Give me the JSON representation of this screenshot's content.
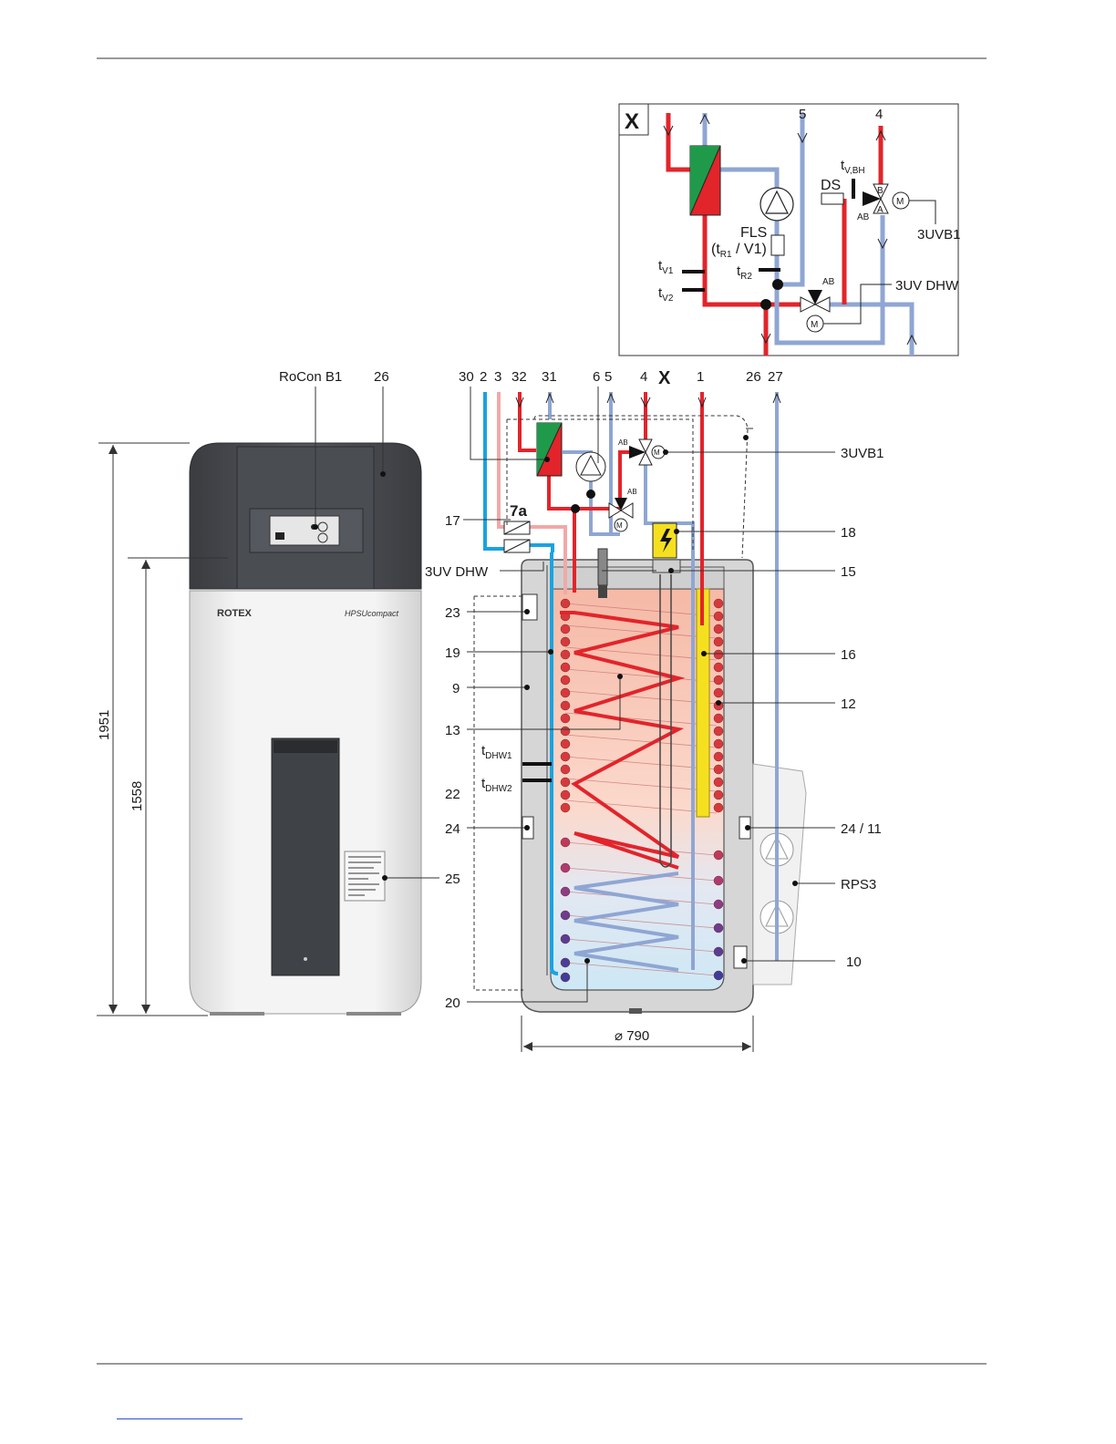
{
  "detail": {
    "box_label": "X",
    "num_5": "5",
    "num_4": "4",
    "tvbh": "t",
    "tvbh_sub": "V,BH",
    "ds": "DS",
    "valve_b": "B",
    "valve_a": "A",
    "valve_ab": "AB",
    "motor": "M",
    "label_3uvb1": "3UVB1",
    "fls": "FLS",
    "fls_open": "(t",
    "fls_sub": "R1",
    "fls_close": " / V1)",
    "tr2": "t",
    "tr2_sub": "R2",
    "tv1": "t",
    "tv1_sub": "V1",
    "tv2": "t",
    "tv2_sub": "V2",
    "ab_lower": "AB",
    "label_3uvdhw": "3UV DHW"
  },
  "top_labels": {
    "rocon": "RoCon B1",
    "n26a": "26",
    "n30": "30",
    "n2": "2",
    "n3": "3",
    "n32": "32",
    "n31": "31",
    "n6": "6",
    "n5": "5",
    "n4": "4",
    "x": "X",
    "n1": "1",
    "n26b": "26",
    "n27": "27"
  },
  "callouts": {
    "c3uvb1": "3UVB1",
    "c7a": "7a",
    "c17": "17",
    "c18": "18",
    "c3uvdhw": "3UV DHW",
    "c15": "15",
    "c23": "23",
    "c19": "19",
    "c16": "16",
    "c9": "9",
    "c12": "12",
    "c13": "13",
    "tdhw1": "t",
    "tdhw1_sub": "DHW1",
    "tdhw2": "t",
    "tdhw2_sub": "DHW2",
    "c22": "22",
    "c24": "24",
    "c24_11": "24 / 11",
    "c25": "25",
    "crps3": "RPS3",
    "c10": "10",
    "c20": "20",
    "diameter": "⌀ 790"
  },
  "dimensions": {
    "height_total": "1951",
    "height_lower": "1558"
  },
  "unit_brand": {
    "brand": "ROTEX",
    "model": "HPSUcompact"
  },
  "colors": {
    "supply_red": "#e2242b",
    "return_blue": "#8fa6d3",
    "cold_water": "#1aa3e0",
    "warm_pink": "#f2a8a8",
    "heater_yellow": "#f5e020",
    "hx_green": "#1f9a4a"
  }
}
